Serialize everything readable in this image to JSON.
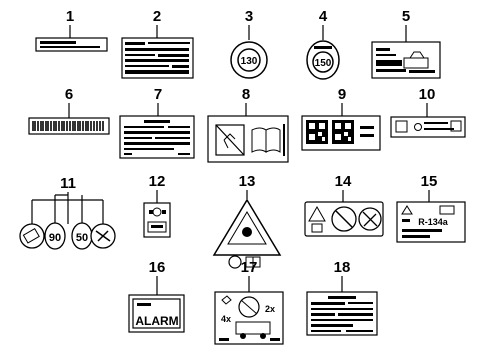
{
  "callouts": [
    "1",
    "2",
    "3",
    "4",
    "5",
    "6",
    "7",
    "8",
    "9",
    "10",
    "11",
    "12",
    "13",
    "14",
    "15",
    "16",
    "17",
    "18"
  ],
  "labels": {
    "speed_a": "130",
    "speed_b": "150",
    "speed_c": "90",
    "speed_d": "50",
    "refrigerant": "R-134a",
    "alarm": "ALARM",
    "tire_2x": "2x",
    "tire_4x": "4x"
  }
}
